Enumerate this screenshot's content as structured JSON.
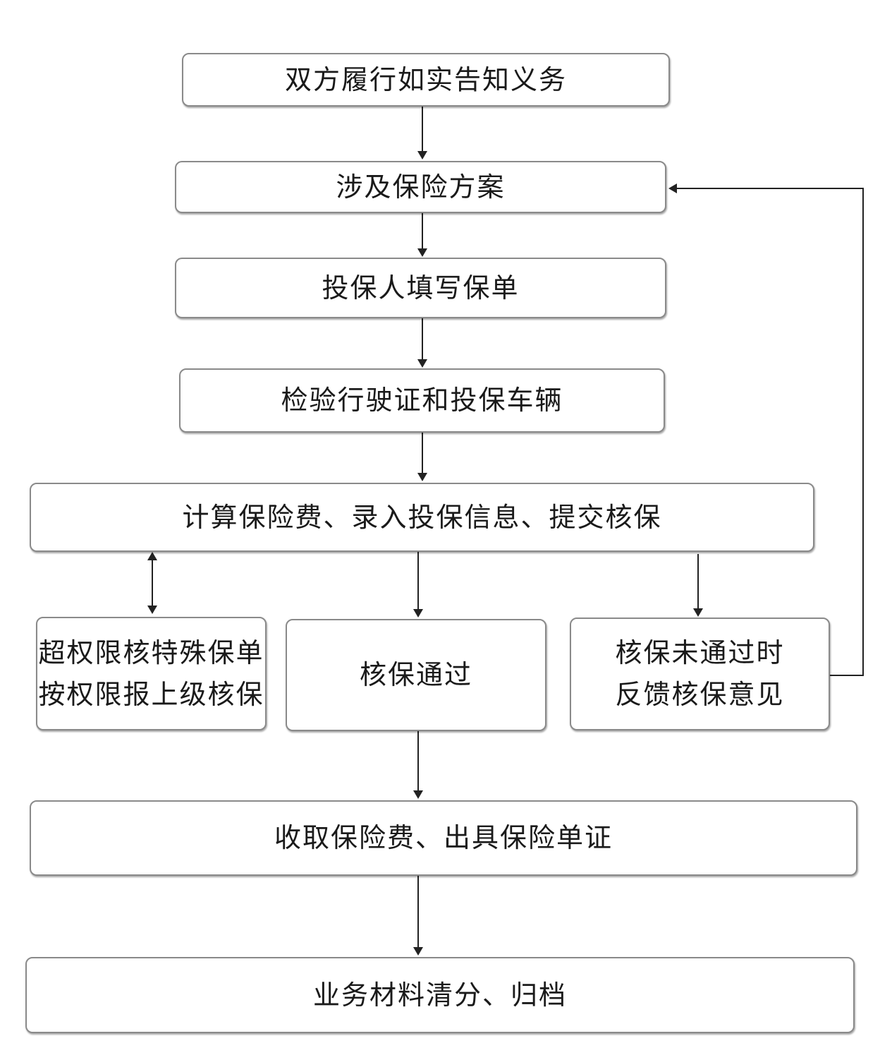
{
  "diagram": {
    "title": "",
    "nodes": {
      "disclosure": {
        "label": "双方履行如实告知义务"
      },
      "plan": {
        "label": "涉及保险方案"
      },
      "fill_form": {
        "label": "投保人填写保单"
      },
      "inspect": {
        "label": "检验行驶证和投保车辆"
      },
      "calculate": {
        "label": "计算保险费、录入投保信息、提交核保"
      },
      "special": {
        "line1": "超权限核特殊保单",
        "line2": "按权限报上级核保"
      },
      "approved": {
        "label": "核保通过"
      },
      "rejected": {
        "line1": "核保未通过时",
        "line2": "反馈核保意见"
      },
      "collect": {
        "label": "收取保险费、出具保险单证"
      },
      "archive": {
        "label": "业务材料清分、归档"
      }
    },
    "edges": [
      {
        "from": "disclosure",
        "to": "plan",
        "type": "arrow"
      },
      {
        "from": "plan",
        "to": "fill_form",
        "type": "arrow"
      },
      {
        "from": "fill_form",
        "to": "inspect",
        "type": "arrow"
      },
      {
        "from": "inspect",
        "to": "calculate",
        "type": "arrow"
      },
      {
        "from": "calculate",
        "to": "special",
        "type": "bidirectional"
      },
      {
        "from": "calculate",
        "to": "approved",
        "type": "arrow"
      },
      {
        "from": "calculate",
        "to": "rejected",
        "type": "arrow"
      },
      {
        "from": "rejected",
        "to": "plan",
        "type": "feedback-loop"
      },
      {
        "from": "approved",
        "to": "collect",
        "type": "arrow"
      },
      {
        "from": "collect",
        "to": "archive",
        "type": "arrow"
      }
    ]
  }
}
